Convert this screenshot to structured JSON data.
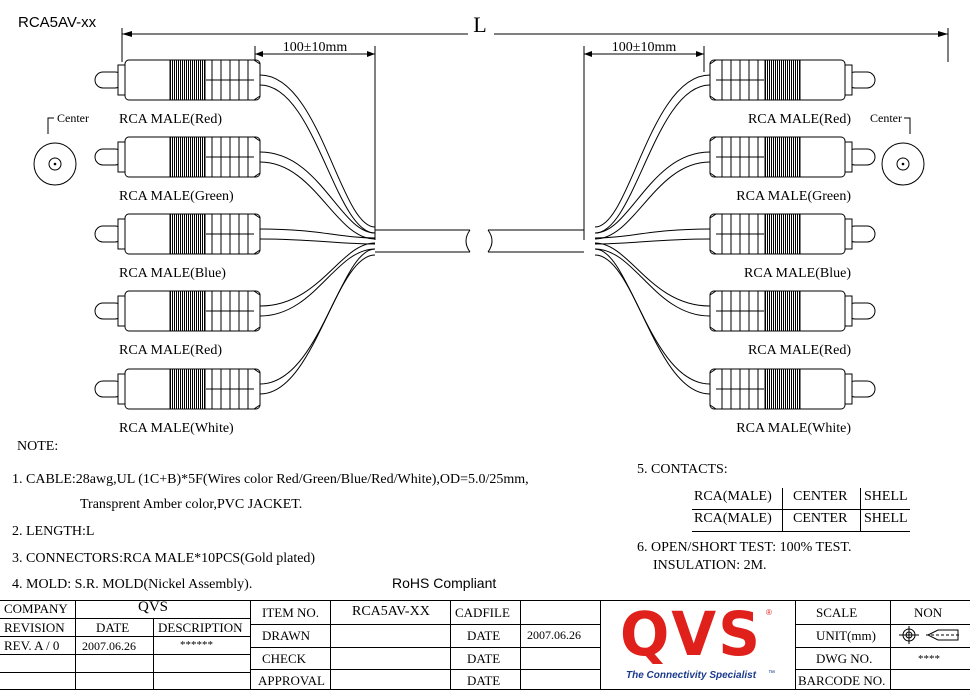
{
  "part_no": "RCA5AV-xx",
  "dims": {
    "total": "L",
    "breakout_left": "100±10mm",
    "breakout_right": "100±10mm"
  },
  "center_label": "Center",
  "left_connectors": [
    "RCA MALE(Red)",
    "RCA MALE(Green)",
    "RCA MALE(Blue)",
    "RCA MALE(Red)",
    "RCA MALE(White)"
  ],
  "right_connectors": [
    "RCA MALE(Red)",
    "RCA MALE(Green)",
    "RCA MALE(Blue)",
    "RCA MALE(Red)",
    "RCA MALE(White)"
  ],
  "notes": {
    "heading": "NOTE:",
    "cable_line1": "1. CABLE:28awg,UL (1C+B)*5F(Wires color Red/Green/Blue/Red/White),OD=5.0/25mm,",
    "cable_line2": "Transprent Amber color,PVC JACKET.",
    "length": "2. LENGTH:L",
    "connectors": "3. CONNECTORS:RCA MALE*10PCS(Gold plated)",
    "mold": "4. MOLD: S.R. MOLD(Nickel Assembly).",
    "rohs": "RoHS Compliant",
    "contacts_heading": "5. CONTACTS:",
    "contacts_rows": [
      [
        "RCA(MALE)",
        "CENTER",
        "SHELL"
      ],
      [
        "RCA(MALE)",
        "CENTER",
        "SHELL"
      ]
    ],
    "test_line1": "6. OPEN/SHORT TEST: 100% TEST.",
    "test_line2": "INSULATION: 2M."
  },
  "title_block": {
    "company_label": "COMPANY",
    "company_value": "QVS",
    "revision_label": "REVISION",
    "date_label": "DATE",
    "description_label": "DESCRIPTION",
    "rev_value": "REV. A / 0",
    "rev_date": "2007.06.26",
    "rev_desc": "******",
    "item_no_label": "ITEM NO.",
    "item_no_value": "RCA5AV-XX",
    "cadfile_label": "CADFILE",
    "drawn_label": "DRAWN",
    "drawn_date_label": "DATE",
    "drawn_date": "2007.06.26",
    "check_label": "CHECK",
    "check_date_label": "DATE",
    "approval_label": "APPROVAL",
    "approval_date_label": "DATE",
    "logo_text": "QVS",
    "logo_tagline": "The Connectivity Specialist",
    "logo_tm": "™",
    "logo_reg": "®",
    "scale_label": "SCALE",
    "scale_value": "NON",
    "unit_label": "UNIT(mm)",
    "dwg_label": "DWG NO.",
    "dwg_value": "****",
    "barcode_label": "BARCODE NO."
  }
}
